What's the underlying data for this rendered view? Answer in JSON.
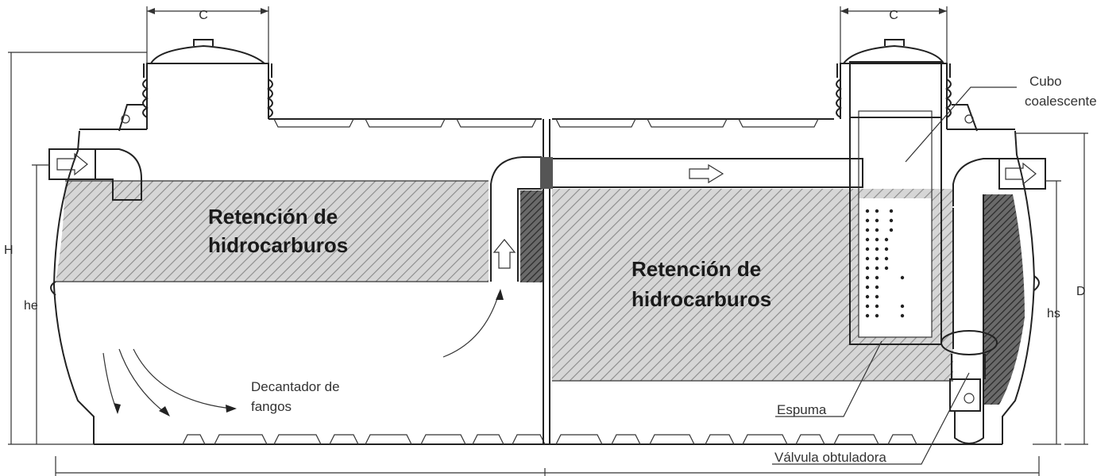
{
  "dimensions": {
    "c_left": "C",
    "c_right": "C",
    "h": "H",
    "he": "he",
    "hs": "hs",
    "d": "D"
  },
  "zones": {
    "left_retention_line1": "Retención de",
    "left_retention_line2": "hidrocarburos",
    "right_retention_line1": "Retención de",
    "right_retention_line2": "hidrocarburos",
    "sludge_line1": "Decantador de",
    "sludge_line2": "fangos"
  },
  "callouts": {
    "coalescent_line1": "Cubo",
    "coalescent_line2": "coalescente",
    "foam": "Espuma",
    "valve": "Válvula obtuladora"
  },
  "colors": {
    "outline": "#222222",
    "hatch": "#8a8a8a",
    "hatch_bg": "#d6d6d6",
    "dark_hatch": "#3a3a3a"
  }
}
